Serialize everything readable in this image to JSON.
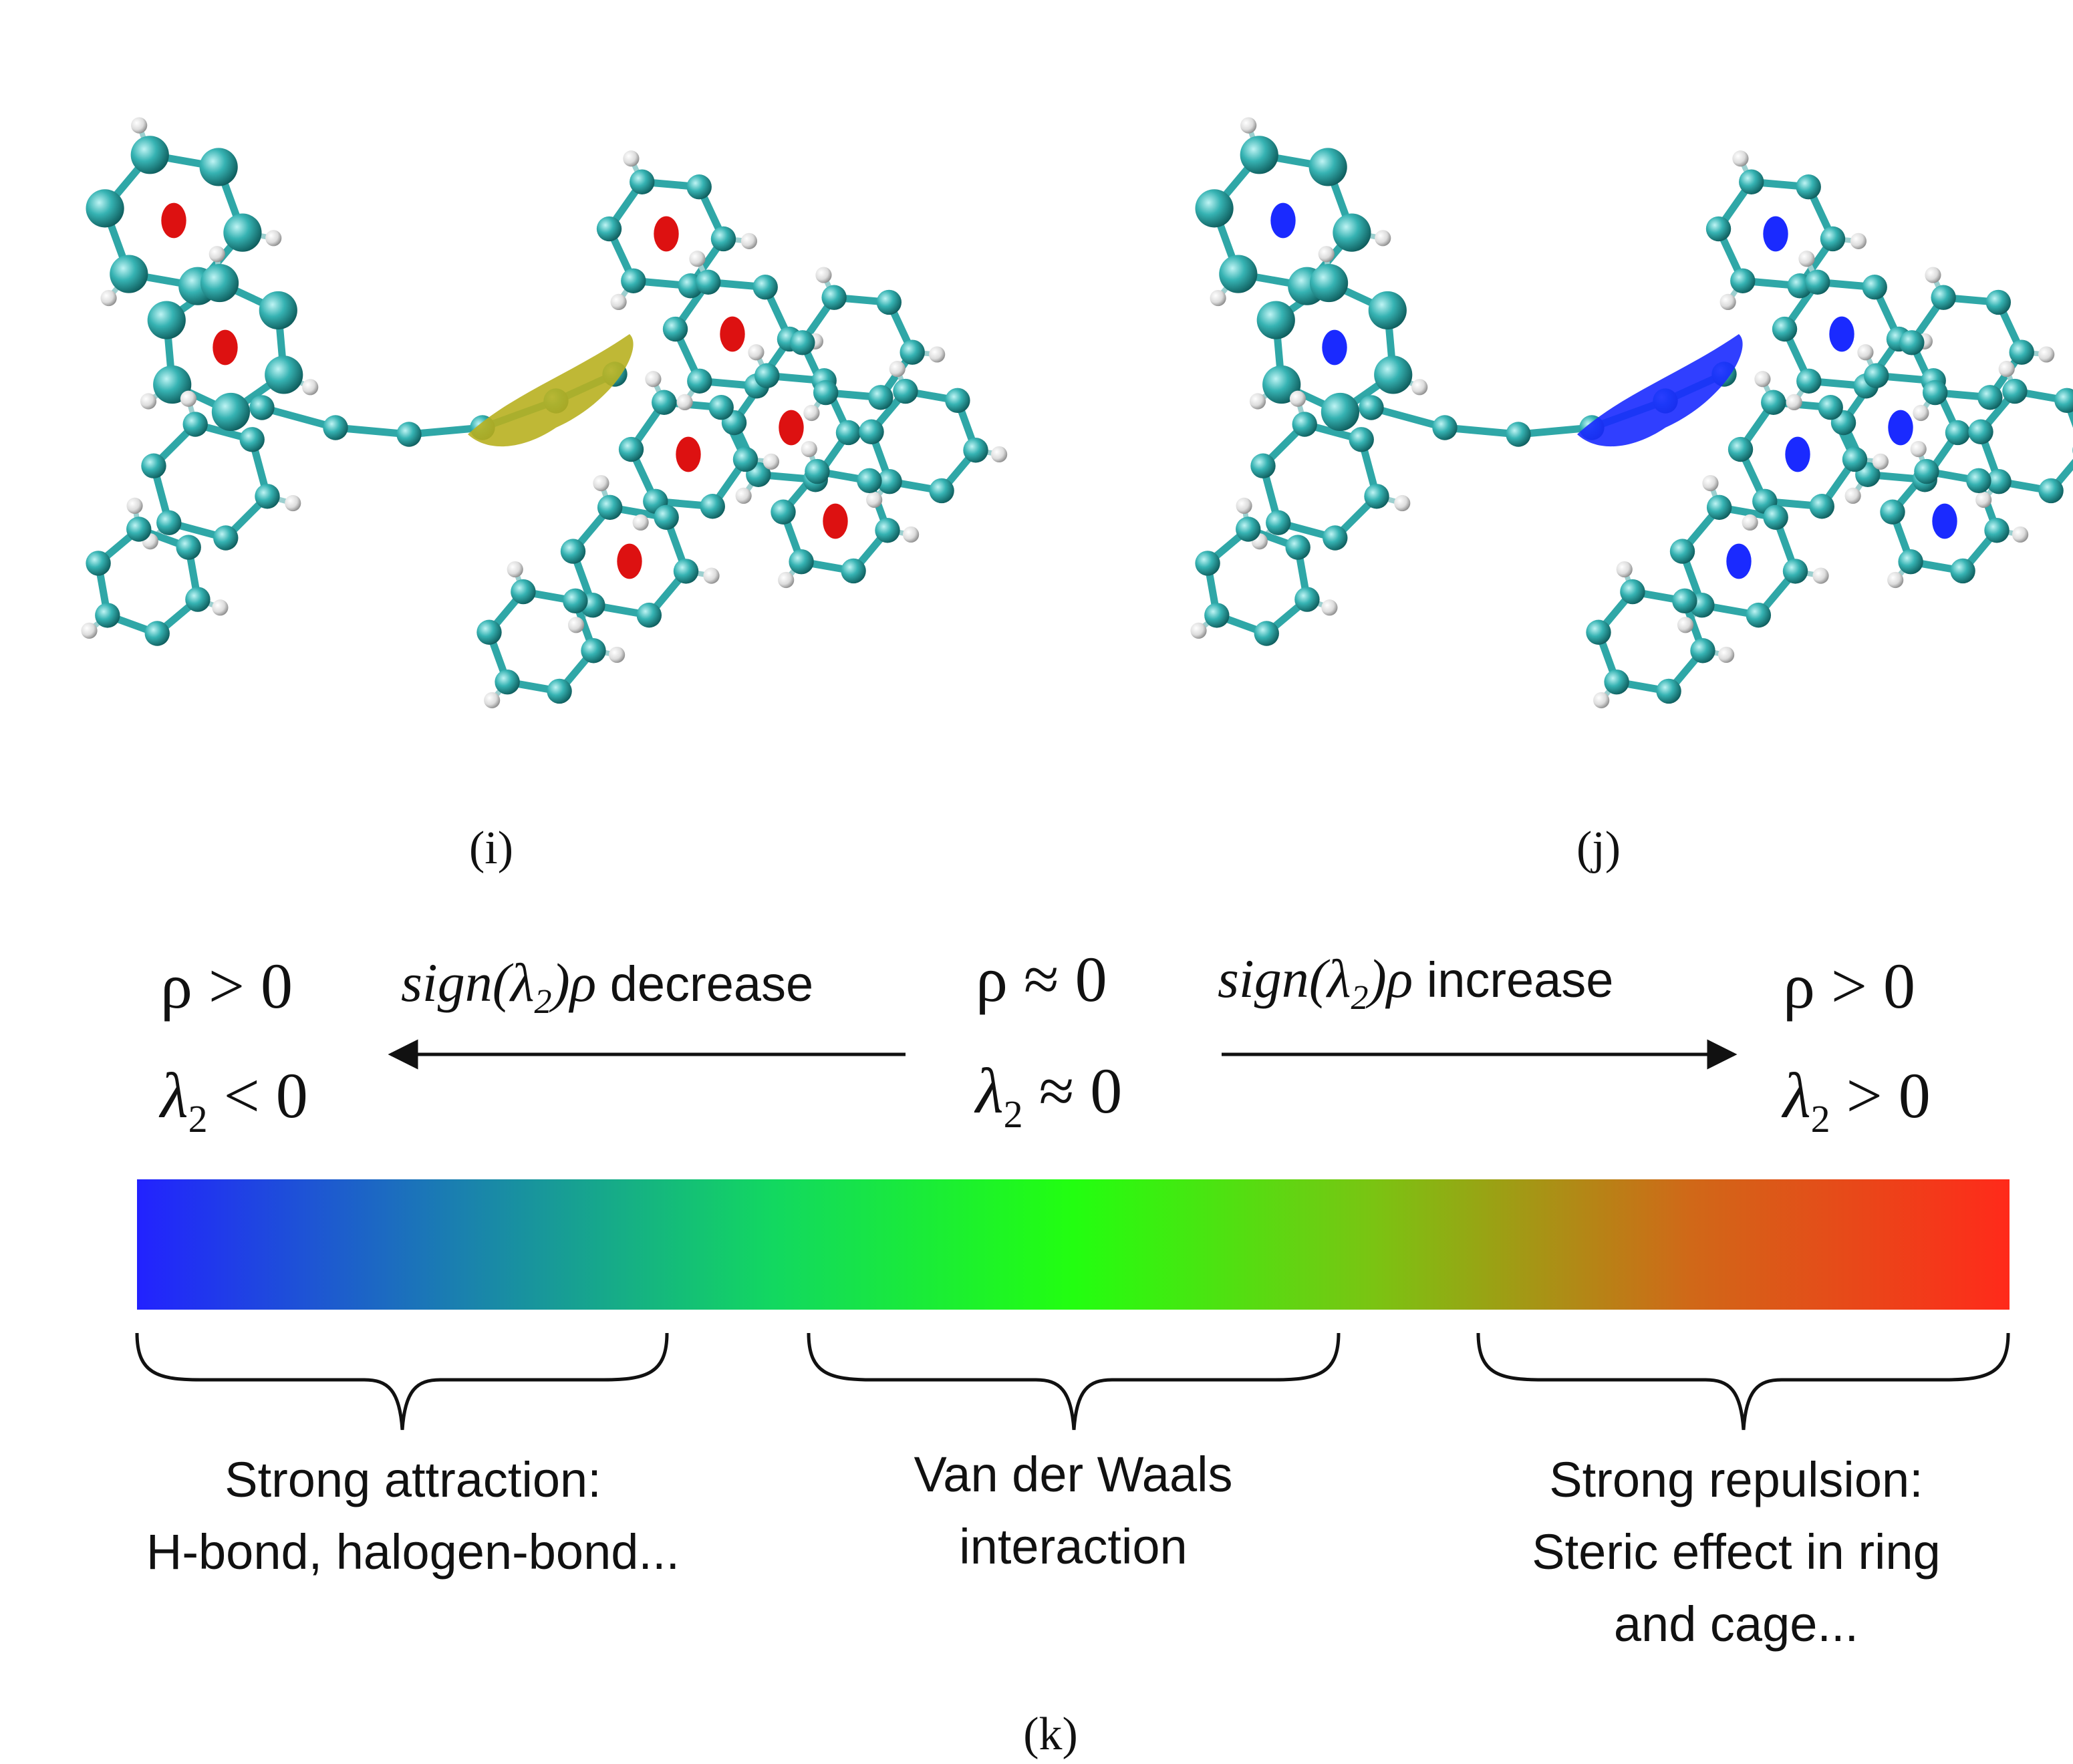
{
  "panels": {
    "i": {
      "label": "(i)"
    },
    "j": {
      "label": "(j)"
    },
    "k": {
      "label": "(k)"
    }
  },
  "scale": {
    "left": {
      "rho": "ρ > 0",
      "lambda": "λ",
      "lambda_sub": "2",
      "lambda_rel": " < 0"
    },
    "center": {
      "rho": "ρ ≈ 0",
      "lambda": "λ",
      "lambda_sub": "2",
      "lambda_rel": " ≈ 0"
    },
    "right": {
      "rho": "ρ > 0",
      "lambda": "λ",
      "lambda_sub": "2",
      "lambda_rel": " > 0"
    },
    "decrease": {
      "expr_a": "sign(λ",
      "expr_sub": "2",
      "expr_b": ")ρ",
      "word": " decrease"
    },
    "increase": {
      "expr_a": "sign(λ",
      "expr_sub": "2",
      "expr_b": ")ρ",
      "word": " increase"
    }
  },
  "colorbar": {
    "stops": [
      "#2222ff",
      "#1a7fb0",
      "#12d860",
      "#22ff10",
      "#7ac412",
      "#d06818",
      "#ff2a1a"
    ]
  },
  "groups": {
    "attraction": {
      "line1": "Strong attraction:",
      "line2": "H-bond, halogen-bond..."
    },
    "vdw": {
      "line1": "Van der Waals",
      "line2": "interaction"
    },
    "repulsion": {
      "line1": "Strong repulsion:",
      "line2": "Steric effect in ring",
      "line3": "and cage..."
    }
  },
  "molecules": {
    "i": {
      "surface_color": "#dd1111",
      "interface_color": "#b8b020"
    },
    "j": {
      "surface_color": "#1a2aff",
      "interface_color": "#1a2aff"
    },
    "atom_color": "#2fa7a7",
    "hydrogen_color": "#e8e8e8"
  }
}
